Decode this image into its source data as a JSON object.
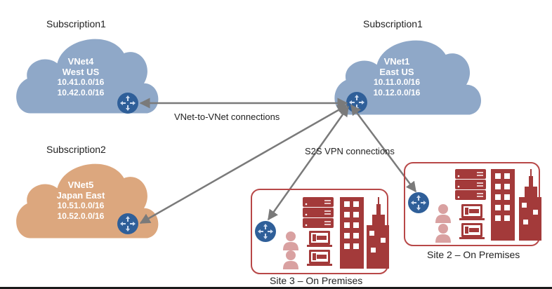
{
  "colors": {
    "azure_cloud": "#8fa8c8",
    "other_cloud": "#dca77e",
    "router": "#2f5f99",
    "site_red": "#a33a3a",
    "site_light": "#d9a1a1",
    "arrow": "#7a7a7a"
  },
  "vnets": [
    {
      "id": "vnet4",
      "subscription": "Subscription1",
      "name": "VNet4",
      "region": "West US",
      "prefixes": [
        "10.41.0.0/16",
        "10.42.0.0/16"
      ]
    },
    {
      "id": "vnet1",
      "subscription": "Subscription1",
      "name": "VNet1",
      "region": "East US",
      "prefixes": [
        "10.11.0.0/16",
        "10.12.0.0/16"
      ]
    },
    {
      "id": "vnet5",
      "subscription": "Subscription2",
      "name": "VNet5",
      "region": "Japan East",
      "prefixes": [
        "10.51.0.0/16",
        "10.52.0.0/16"
      ]
    }
  ],
  "connections": {
    "vnet_to_vnet_label": "VNet-to-VNet connections",
    "s2s_label": "S2S VPN connections"
  },
  "sites": [
    {
      "id": "site3",
      "label": "Site 3 – On Premises"
    },
    {
      "id": "site2",
      "label": "Site 2 – On Premises"
    }
  ],
  "icons": [
    "router-icon",
    "server-icon",
    "user-icon",
    "laptop-icon",
    "building-icon",
    "skyscraper-icon"
  ]
}
